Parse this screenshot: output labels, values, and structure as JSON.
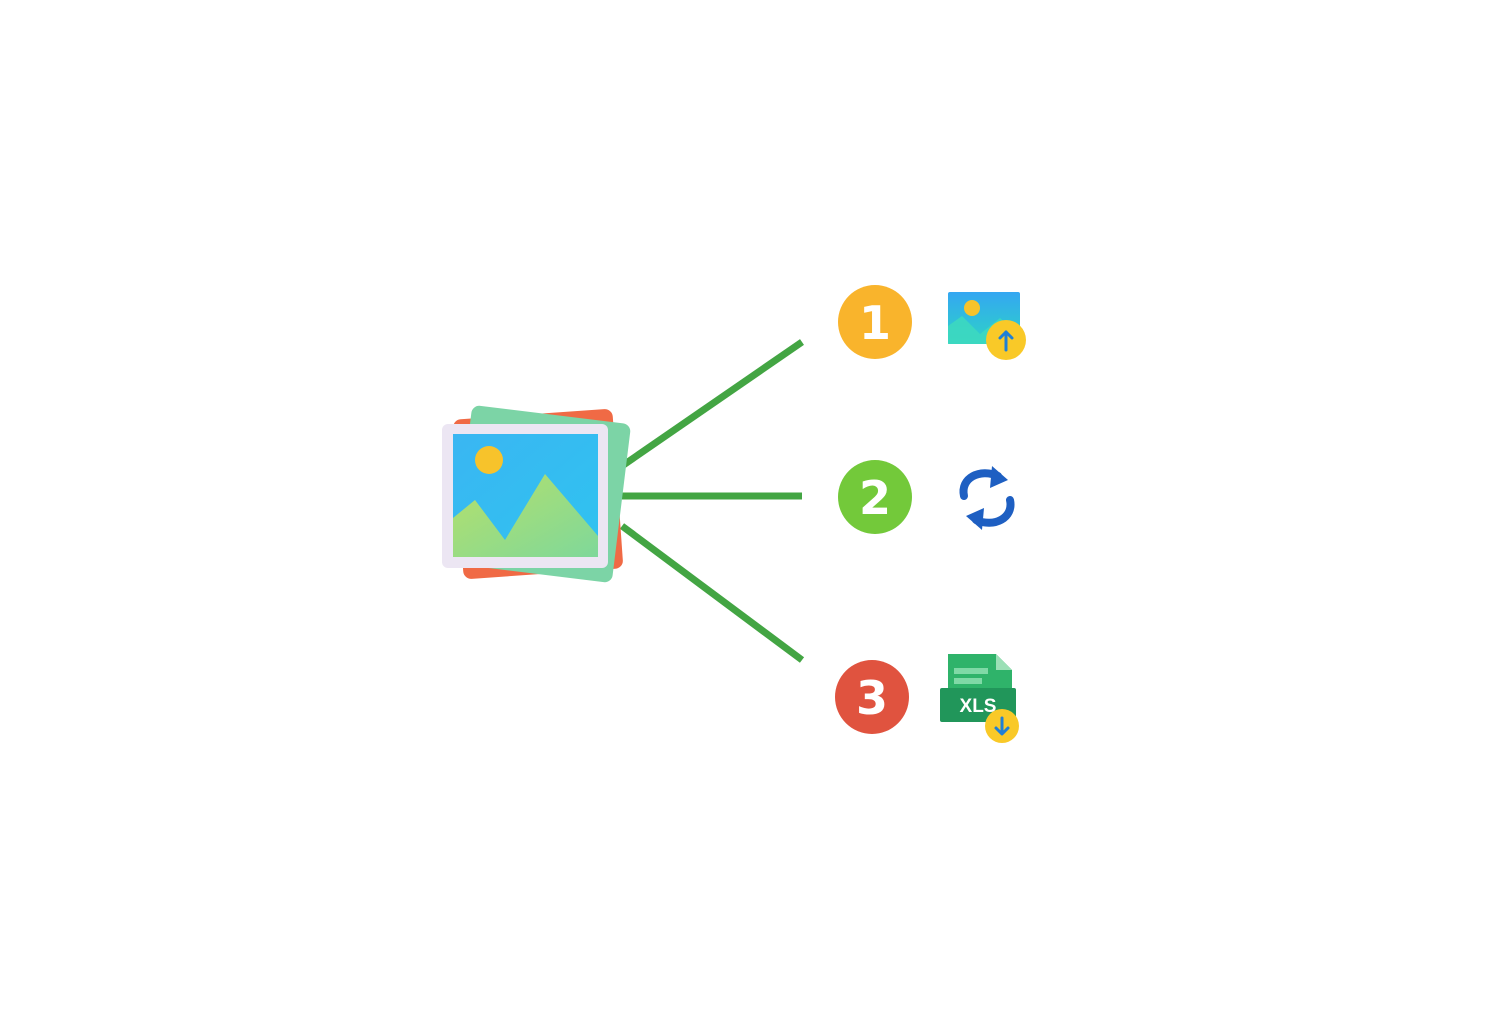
{
  "steps": [
    {
      "number": "1",
      "color": "#F9B42C",
      "icon": "image-upload-icon"
    },
    {
      "number": "2",
      "color": "#73C93A",
      "icon": "convert-icon"
    },
    {
      "number": "3",
      "color": "#E0533F",
      "icon": "xls-download-icon"
    }
  ],
  "source_icon": "image-stack-icon",
  "xls_label": "XLS",
  "colors": {
    "connector": "#43A543",
    "sky": "#3AB6F2",
    "sun": "#F7C32B",
    "hills": "#9AD96B",
    "xls_green": "#25A55F",
    "convert_blue": "#1E5FC2",
    "arrow_badge": "#F9C928"
  }
}
